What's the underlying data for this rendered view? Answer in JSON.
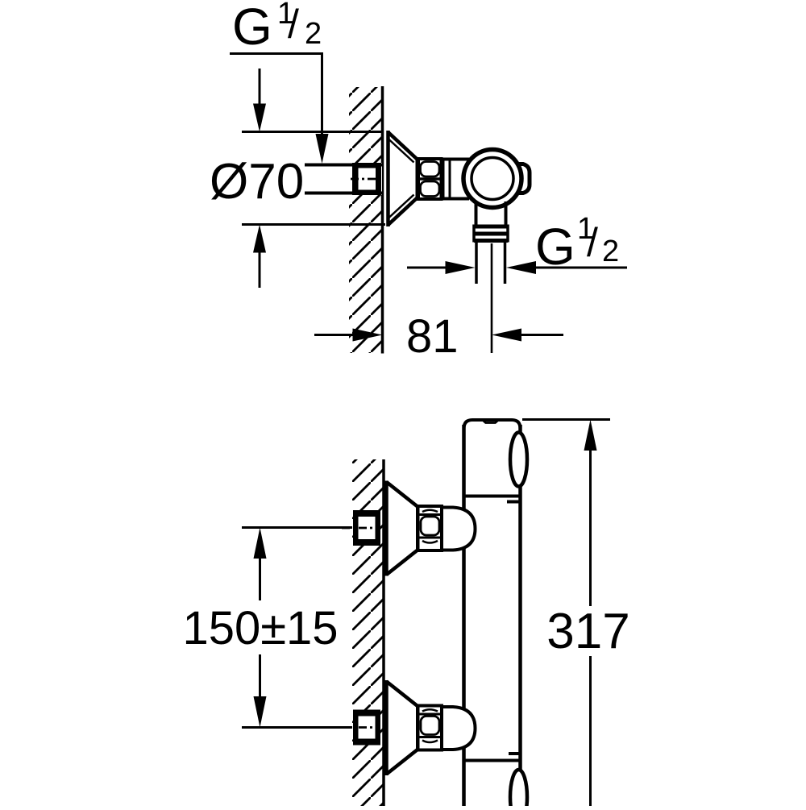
{
  "colors": {
    "line": "#000000",
    "background": "#ffffff"
  },
  "views": {
    "side_view": {
      "supply_thread_label": {
        "letter": "G",
        "numerator": "1",
        "slash": "/",
        "denominator": "2"
      },
      "escutcheon_diameter_label": "Ø70",
      "outlet_thread_label": {
        "letter": "G",
        "numerator": "1",
        "slash": "/",
        "denominator": "2"
      },
      "wall_to_outlet_label": "81"
    },
    "front_view": {
      "inlet_spacing_label": "150±15",
      "body_height_label": "317"
    }
  }
}
